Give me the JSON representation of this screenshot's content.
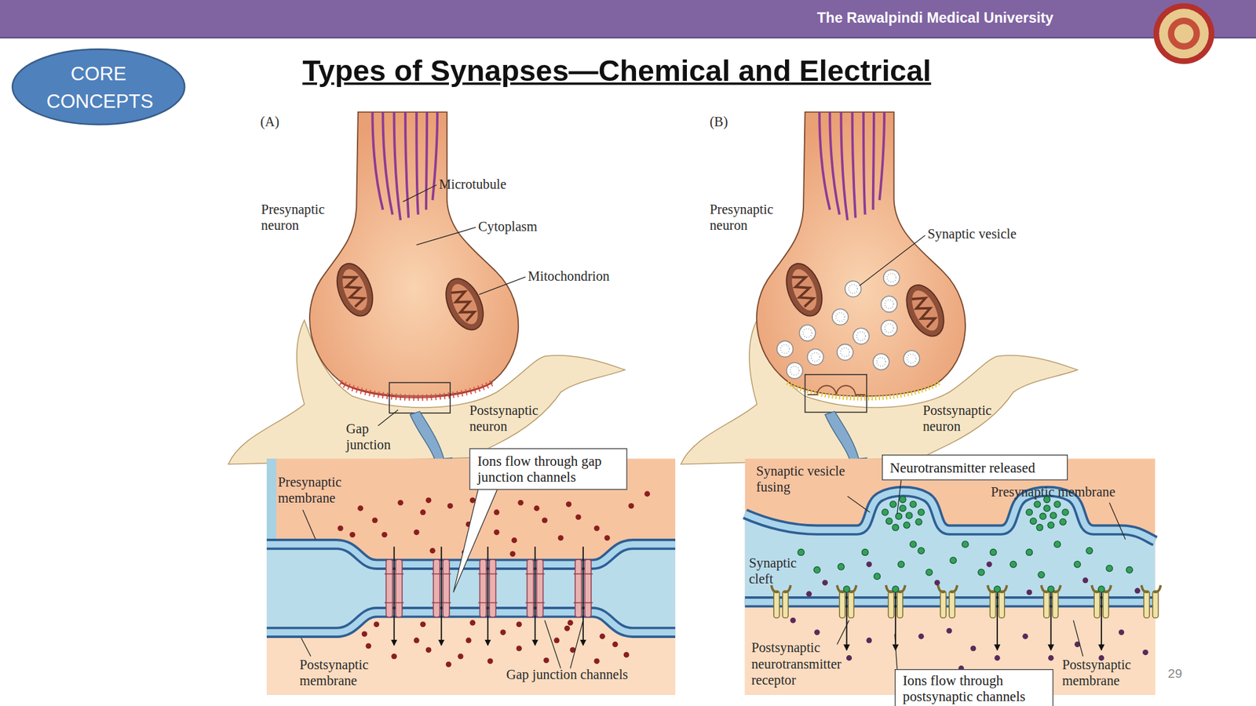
{
  "diagram": {
    "title": "Types of Synapses—Chemical and Electrical",
    "nodes": [
      {
        "text": [
          "CORE CONCEPTS"
        ]
      },
      {
        "text": [
          "Ions flow through gap junction channels"
        ]
      },
      {
        "text": [
          "Neurotransmitter released"
        ]
      },
      {
        "text": [
          "Ions flow through postsynaptic channels"
        ]
      }
    ],
    "labels": [
      "The Rawalpindi Medical University",
      "(A)",
      "Presynaptic neuron",
      "Microtubule",
      "Cytoplasm",
      "Mitochondrion",
      "Gap junction",
      "Postsynaptic neuron",
      "Presynaptic membrane",
      "Postsynaptic membrane",
      "Gap junction channels",
      "(B)",
      "Presynaptic neuron",
      "Synaptic vesicle",
      "Postsynaptic neuron",
      "Synaptic vesicle fusing",
      "Presynaptic membrane",
      "Synaptic cleft",
      "Postsynaptic neurotransmitter receptor",
      "Postsynaptic membrane",
      "29"
    ]
  }
}
